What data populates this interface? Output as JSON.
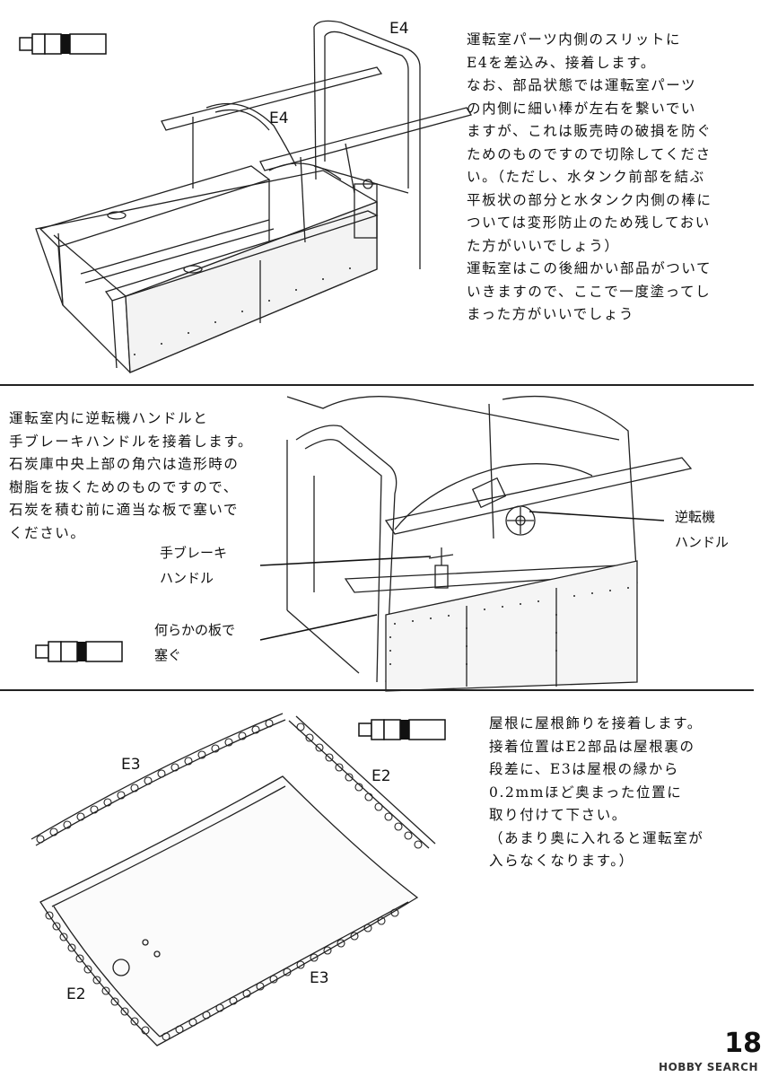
{
  "step1": {
    "text": "運転室パーツ内側のスリットに\nE4を差込み、接着します。\nなお、部品状態では運転室パーツ\nの内側に細い棒が左右を繋いでい\nますが、これは販売時の破損を防ぐ\nためのものですので切除してくださ\nい。（ただし、水タンク前部を結ぶ\n平板状の部分と水タンク内側の棒に\nついては変形防止のため残しておい\nた方がいいでしょう）\n運転室はこの後細かい部品がついて\nいきますので、ここで一度塗ってし\nまった方がいいでしょう",
    "labels": {
      "e4_top": "E4",
      "e4_mid": "E4"
    }
  },
  "step2": {
    "text": "運転室内に逆転機ハンドルと\n手ブレーキハンドルを接着します。\n石炭庫中央上部の角穴は造形時の\n樹脂を抜くためのものですので、\n石炭を積む前に適当な板で塞いで\nください。",
    "labels": {
      "reverser": "逆転機\nハンドル",
      "handbrake": "手ブレーキ\nハンドル",
      "plate": "何らかの板で\n塞ぐ"
    }
  },
  "step3": {
    "text": "屋根に屋根飾りを接着します。\n接着位置はE2部品は屋根裏の\n段差に、E3は屋根の縁から\n0.2mmほど奥まった位置に\n取り付けて下さい。\n（あまり奥に入れると運転室が\n入らなくなります。）",
    "labels": {
      "e3_top": "E3",
      "e2_right": "E2",
      "e2_left": "E2",
      "e3_bottom": "E3"
    }
  },
  "footer": {
    "page_number": "18",
    "watermark": "HOBBY SEARCH"
  }
}
